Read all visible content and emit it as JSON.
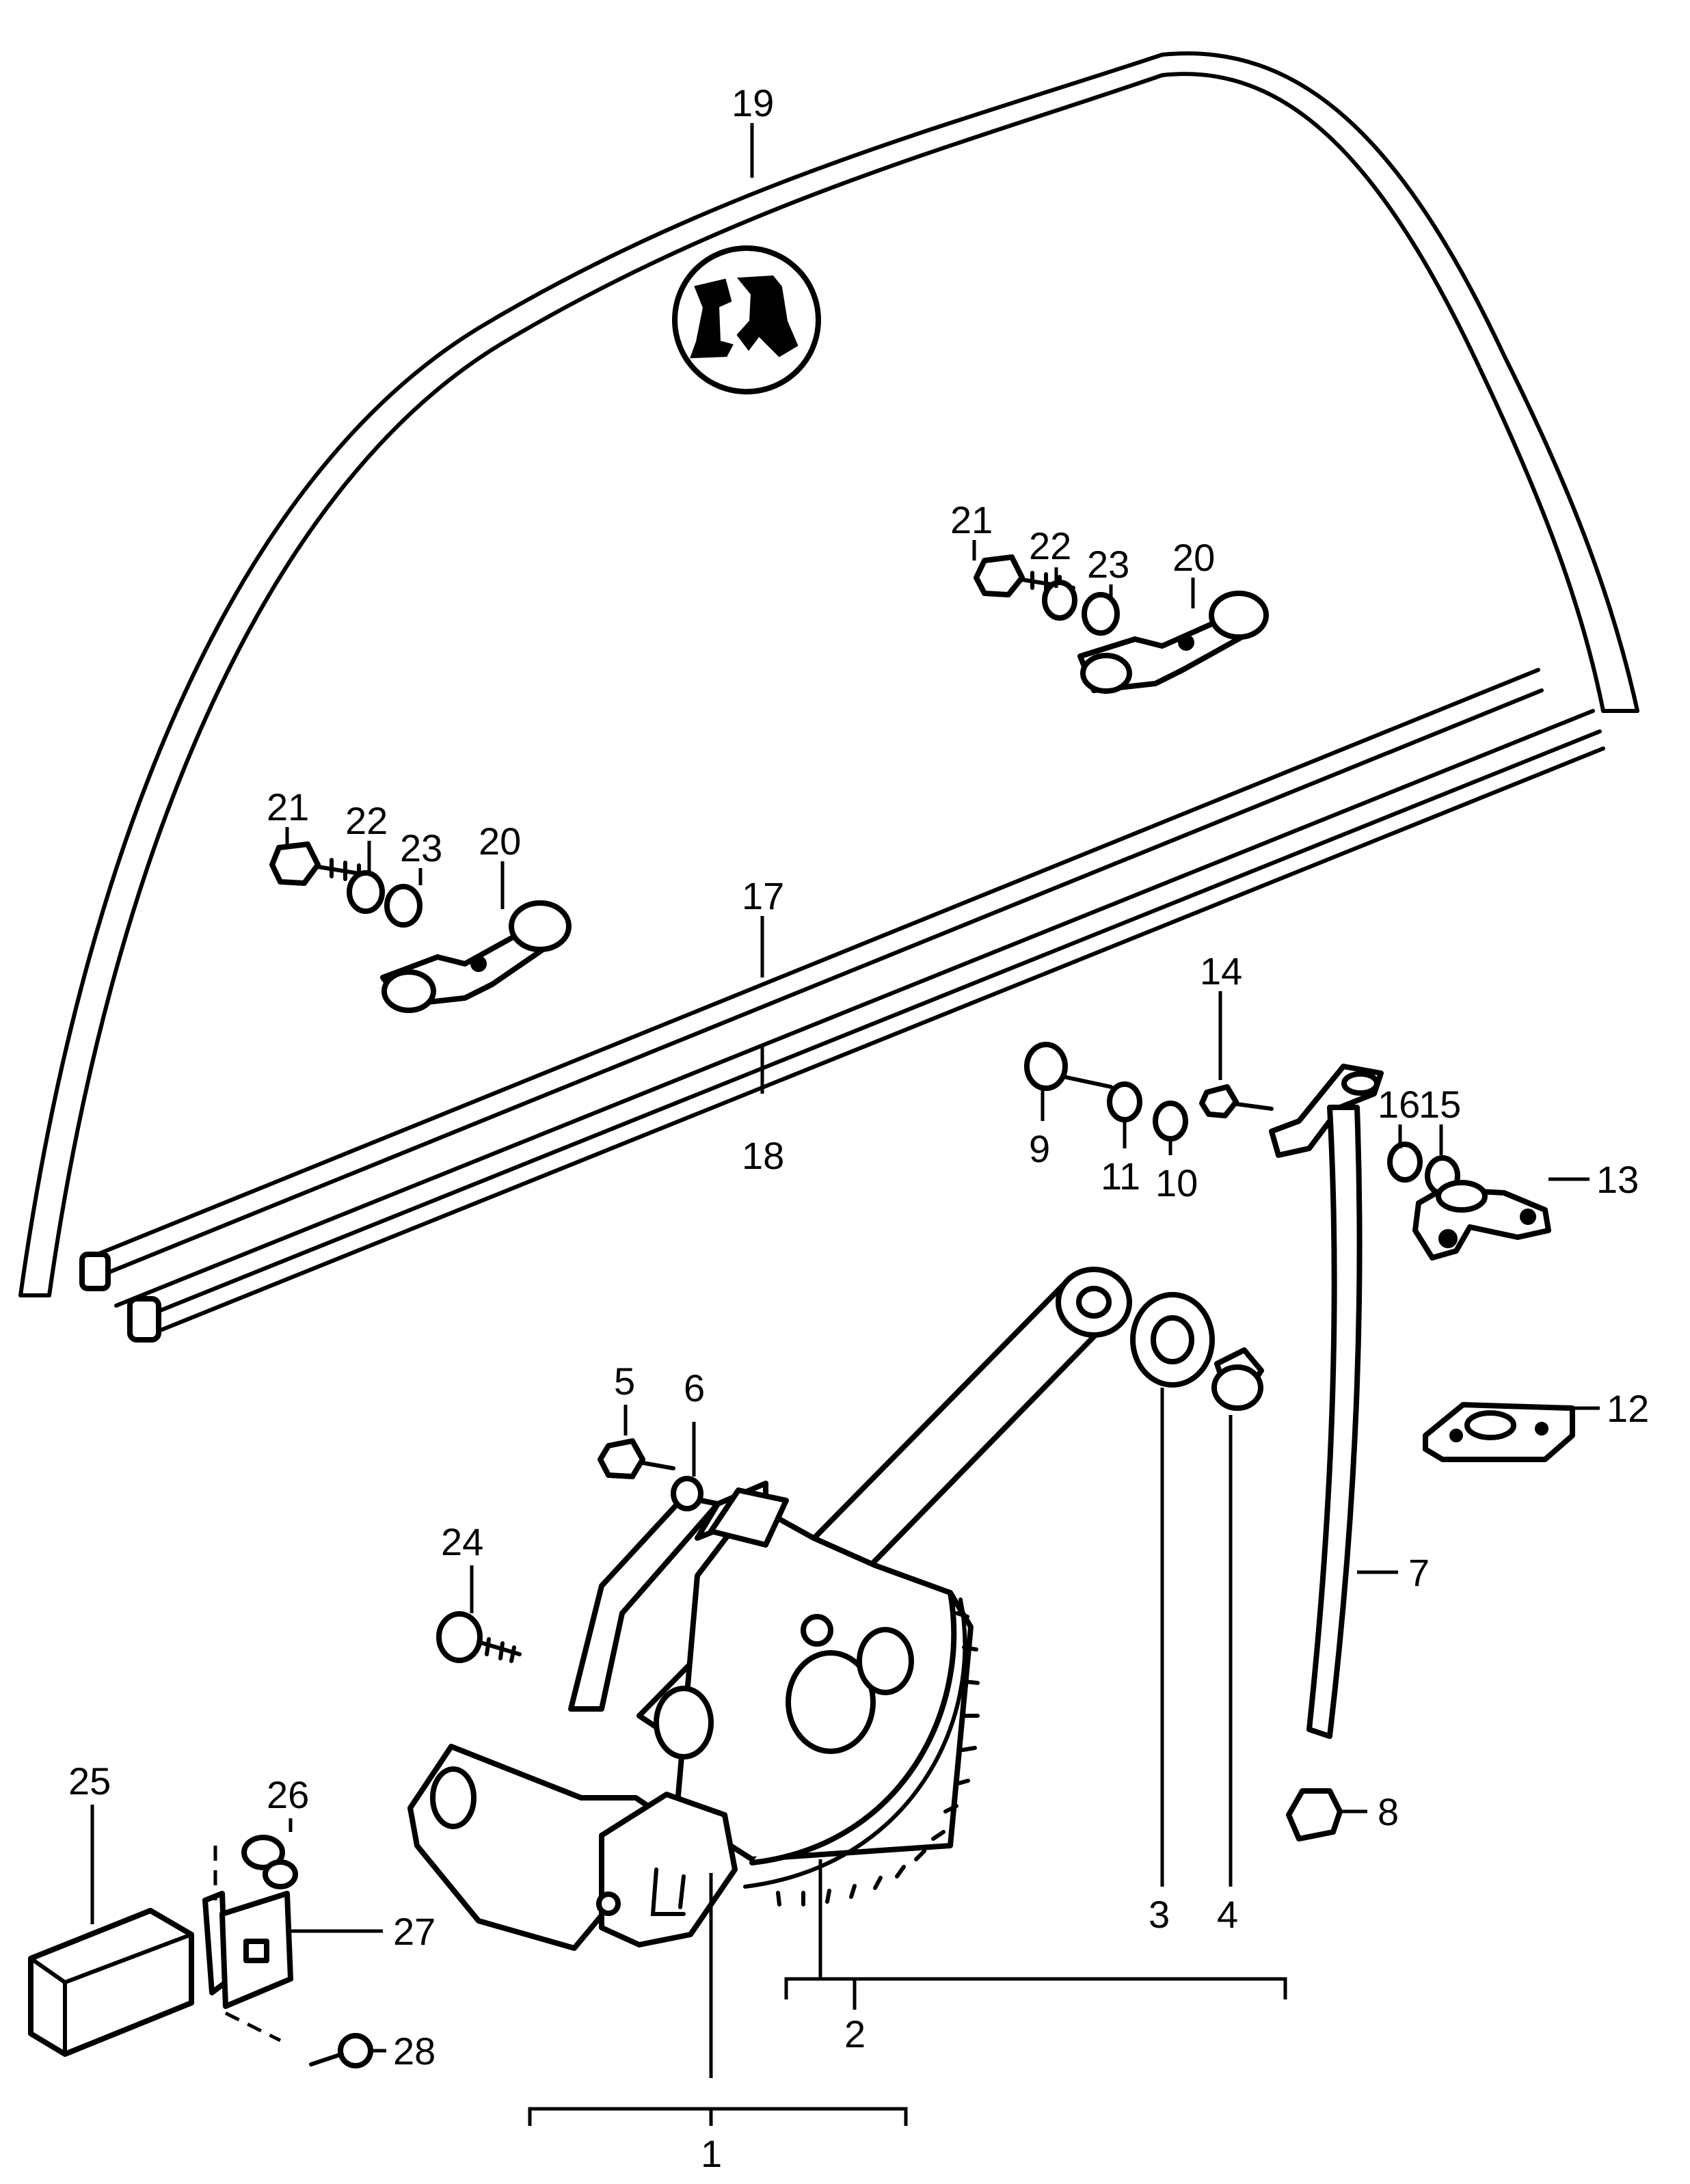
{
  "figure": {
    "logo": {
      "icon": "porsche-script-logo-icon"
    },
    "callouts": {
      "c1": "1",
      "c2": "2",
      "c3": "3",
      "c4": "4",
      "c5": "5",
      "c6": "6",
      "c7": "7",
      "c8": "8",
      "c9": "9",
      "c10": "10",
      "c11": "11",
      "c12": "12",
      "c13": "13",
      "c14": "14",
      "c15": "15",
      "c16": "16",
      "c17": "17",
      "c18": "18",
      "c19": "19",
      "c20": "20",
      "c21": "21",
      "c22": "22",
      "c23": "23",
      "c24": "24",
      "c25": "25",
      "c26": "26",
      "c27": "27",
      "c28": "28"
    }
  }
}
